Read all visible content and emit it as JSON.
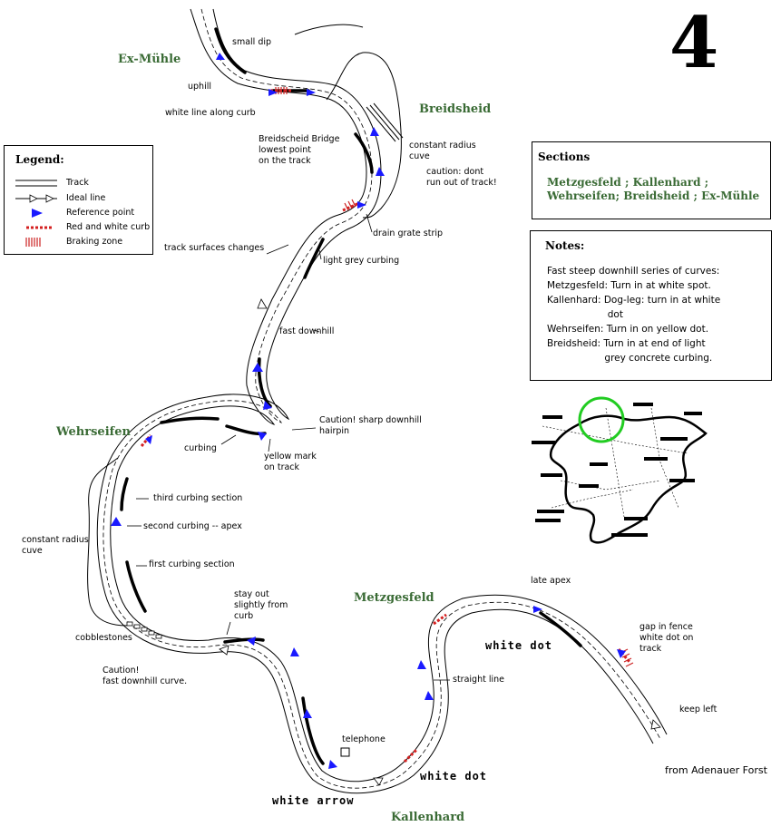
{
  "page_number": "4",
  "section_labels": {
    "ex_muhle": "Ex-Mühle",
    "breidsheid": "Breidsheid",
    "wehrseifen": "Wehrseifen",
    "metzgesfeld": "Metzgesfeld",
    "kallenhard": "Kallenhard"
  },
  "legend": {
    "title": "Legend:",
    "items": [
      {
        "label": "Track",
        "symbol": "track"
      },
      {
        "label": "Ideal line",
        "symbol": "ideal-line"
      },
      {
        "label": "Reference point",
        "symbol": "reference-point"
      },
      {
        "label": "Red and white curb",
        "symbol": "red-white-curb"
      },
      {
        "label": "Braking zone",
        "symbol": "braking-zone"
      }
    ]
  },
  "sections_box": {
    "title": "Sections",
    "text": "Metzgesfeld ; Kallenhard ; Wehrseifen; Breidsheid ; Ex-Mühle"
  },
  "notes_box": {
    "title": "Notes:",
    "lines": [
      "Fast steep downhill series of curves:",
      "Metzgesfeld: Turn in at white spot.",
      "Kallenhard: Dog-leg: turn in at white",
      "                    dot",
      "Wehrseifen: Turn in on yellow dot.",
      "Breidsheid: Turn in at end of light",
      "                   grey concrete curbing."
    ]
  },
  "annotations": {
    "small_dip": "small dip",
    "uphill": "uphill",
    "white_line_along_curb": "white line along curb",
    "breidscheid_bridge": "Breidscheid Bridge\nlowest point\non the track",
    "constant_radius_top": "constant radius\ncuve",
    "caution_dont_run_out": "caution: dont\nrun out of track!",
    "drain_grate_strip": "drain grate strip",
    "track_surfaces_changes": "track surfaces changes",
    "light_grey_curbing": "light grey curbing",
    "fast_downhill": "fast downhill",
    "caution_sharp_hairpin": "Caution! sharp downhill\nhairpin",
    "curbing": "curbing",
    "yellow_mark": "yellow mark\non track",
    "third_curbing": "third curbing section",
    "second_curbing": "second curbing -- apex",
    "constant_radius_left": "constant radius\ncuve",
    "first_curbing": "first curbing section",
    "stay_out": "stay out\nslightly from\ncurb",
    "cobblestones": "cobblestones",
    "caution_fast_downhill": "Caution!\nfast downhill curve.",
    "late_apex": "late apex",
    "gap_in_fence": "gap in fence\nwhite dot on\ntrack",
    "white_dot_right": "white dot",
    "straight_line": "straight line",
    "keep_left": "keep left",
    "telephone": "telephone",
    "white_dot_bottom": "white dot",
    "white_arrow": "white arrow"
  },
  "source_credit": "from Adenauer Forst",
  "colors": {
    "section_label": "#3a6b35",
    "reference_point": "#1a1aff",
    "curb_red": "#d42020",
    "braking_red": "#cc2222",
    "minimap_highlight": "#22cc22"
  }
}
